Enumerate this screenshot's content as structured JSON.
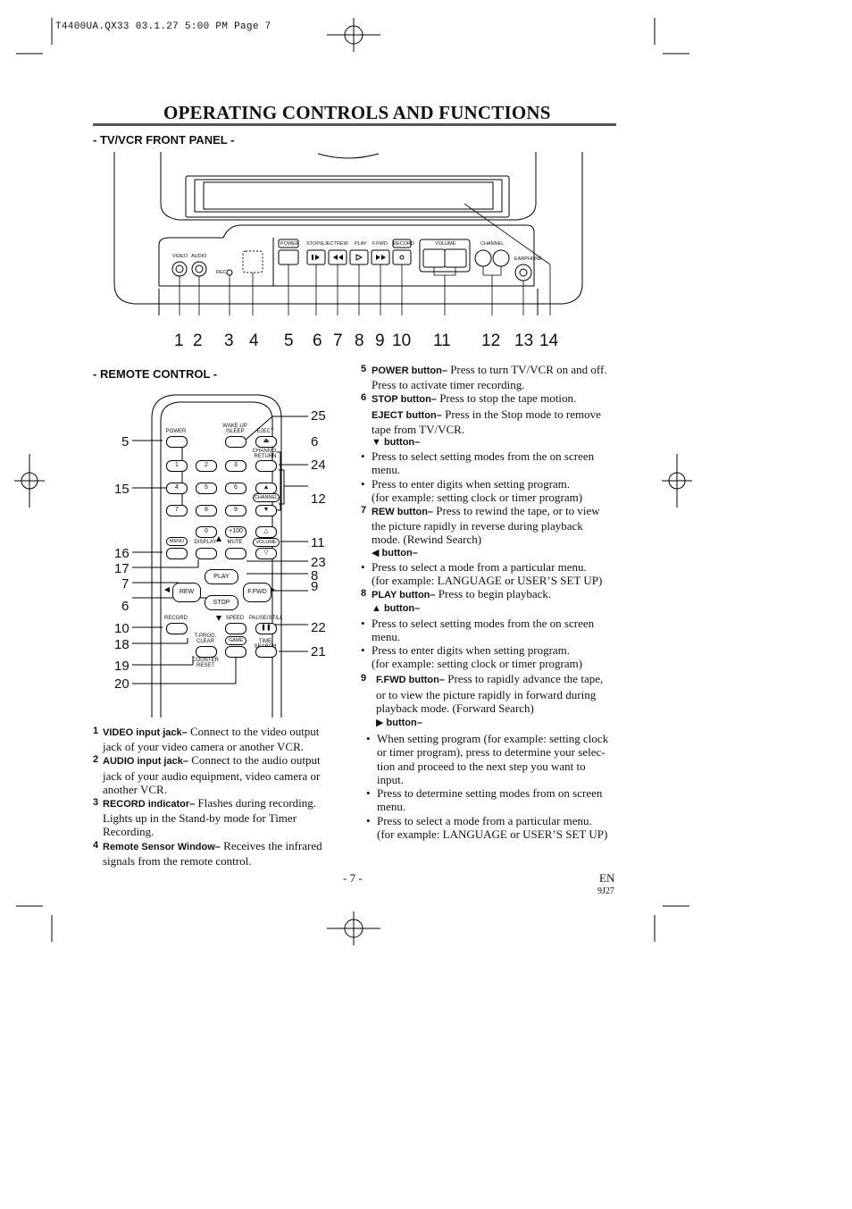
{
  "header": {
    "file_line": "T4400UA.QX33  03.1.27  5:00 PM  Page 7"
  },
  "page_title": "OPERATING CONTROLS AND FUNCTIONS",
  "front_panel": {
    "heading": "- TV/VCR FRONT PANEL -",
    "labels": {
      "video": "VIDEO",
      "audio": "AUDIO",
      "rec": "REC",
      "power": "POWER",
      "stop_eject": "STOP/EJECT",
      "rew": "REW",
      "play": "PLAY",
      "ffwd": "F.FWD",
      "record": "RECORD",
      "volume": "VOLUME",
      "channel": "CHANNEL",
      "earphone": "EARPHONE"
    },
    "callouts": [
      "1",
      "2",
      "3",
      "4",
      "5",
      "6",
      "7",
      "8",
      "9",
      "10",
      "11",
      "12",
      "13",
      "14"
    ]
  },
  "remote": {
    "heading": "- REMOTE CONTROL -",
    "labels": {
      "power": "POWER",
      "wake_up": "WAKE UP",
      "sleep": "/SLEEP",
      "eject": "EJECT",
      "channel": "CHANNEL",
      "return": "RETURN",
      "k1": "1",
      "k2": "2",
      "k3": "3",
      "k4": "4",
      "k5": "5",
      "k6": "6",
      "k7": "7",
      "k8": "8",
      "k9": "9",
      "k0": "0",
      "k100": "+100",
      "channel_oval": "CHANNEL",
      "menu": "MENU",
      "display": "DISPLAY",
      "mute": "MUTE",
      "volume_oval": "VOLUME",
      "play": "PLAY",
      "rew": "REW",
      "ffwd": "F.FWD",
      "stop": "STOP",
      "record": "RECORD",
      "speed": "SPEED",
      "pause_still": "PAUSE/STILL",
      "t_prog": "T-PROG.",
      "clear": "CLEAR",
      "game": "GAME",
      "time_search": "TIME SEARCH",
      "counter": "COUNTER",
      "reset": "RESET"
    },
    "left_callouts": [
      "5",
      "15",
      "16",
      "17",
      "7",
      "6",
      "10",
      "18",
      "19",
      "20"
    ],
    "right_callouts": [
      "25",
      "6",
      "24",
      "12",
      "11",
      "23",
      "8",
      "9",
      "22",
      "21"
    ]
  },
  "left_text": [
    {
      "num": "1",
      "label": "VIDEO input jack–",
      "text": "Connect to the video output",
      "lines": [
        "jack of your video camera or another VCR."
      ]
    },
    {
      "num": "2",
      "label": "AUDIO input jack–",
      "text": "Connect to the audio output",
      "lines": [
        "jack of your audio equipment, video camera or",
        "another VCR."
      ]
    },
    {
      "num": "3",
      "label": "RECORD indicator–",
      "text": "Flashes during recording.",
      "lines": [
        "Lights up in the Stand-by mode for Timer",
        "Recording."
      ]
    },
    {
      "num": "4",
      "label": "Remote Sensor Window–",
      "text": "Receives the infrared",
      "lines": [
        "signals from the remote control."
      ]
    }
  ],
  "right_text": {
    "i5": {
      "num": "5",
      "label": "POWER button–",
      "text": "Press to turn TV/VCR on and off.",
      "line2": "Press to activate timer recording."
    },
    "i6": {
      "num": "6",
      "label": "STOP button–",
      "text": "Press to stop the tape motion.",
      "eject_label": "EJECT button–",
      "eject_text": "Press in the Stop mode to remove",
      "eject_line2": "tape from TV/VCR.",
      "down_label": "▼ button–"
    },
    "b6": [
      "Press to select setting modes from the on screen",
      "menu.",
      "Press to enter digits when setting program.",
      "(for example: setting clock or timer program)"
    ],
    "i7": {
      "num": "7",
      "label": "REW button–",
      "text": "Press to rewind the tape, or to view",
      "l2": "the picture rapidly in reverse during playback",
      "l3": "mode. (Rewind Search)",
      "left_label": "◀ button–"
    },
    "b7": [
      "Press to select a mode from a particular menu.",
      "(for example: LANGUAGE or USER’S SET UP)"
    ],
    "i8": {
      "num": "8",
      "label": "PLAY button–",
      "text": "Press to begin playback.",
      "up_label": "▲ button–"
    },
    "b8": [
      "Press to select setting modes from the on screen",
      "menu.",
      "Press to enter digits when setting program.",
      "(for example: setting clock or timer program)"
    ],
    "i9": {
      "num": "9",
      "label": "F.FWD button–",
      "text": "Press to rapidly advance the tape,",
      "l2": "or to view the picture rapidly in forward during",
      "l3": "playback mode. (Forward Search)",
      "right_label": "▶ button–"
    },
    "b9": [
      "When setting program (for example: setting clock",
      "or timer program), press to determine your selec-",
      "tion and proceed to the next step you want to",
      "input.",
      "Press to determine setting modes from on screen",
      "menu.",
      "Press to select a mode from a particular menu.",
      "(for example: LANGUAGE or USER’S SET UP)"
    ]
  },
  "footer": {
    "page": "- 7 -",
    "lang": "EN",
    "code": "9J27"
  }
}
